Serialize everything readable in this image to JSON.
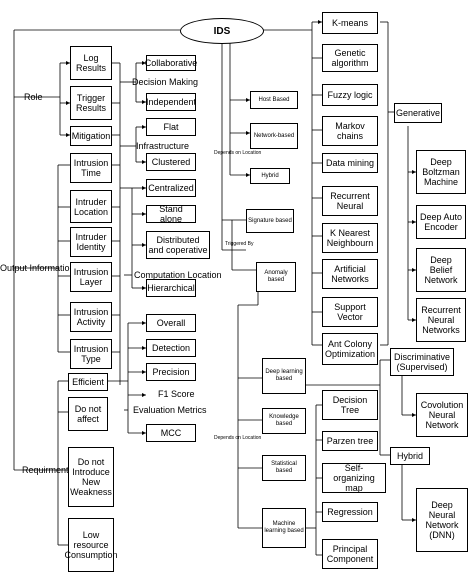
{
  "root": "IDS",
  "left": {
    "role": "Role",
    "output_information": "Output Information",
    "requirements": "Requirments",
    "role_items": [
      "Log Results",
      "Trigger Results",
      "Mitigation"
    ],
    "output_items": [
      "Intrusion Time",
      "Intruder Location",
      "Intruder Identity",
      "Intrusion Layer",
      "Intrusion Activity",
      "Intrusion Type"
    ],
    "requirement_items": [
      "Efficient",
      "Do not affect",
      "Do not Introduce New Weakness",
      "Low resource Consumption"
    ]
  },
  "middle": {
    "decision_making": "Decision Making",
    "decision_items": [
      "Collaborative",
      "Independent"
    ],
    "infrastructure": "Infrastructure",
    "infrastructure_items": [
      "Flat",
      "Clustered"
    ],
    "computation_location": "Computation Location",
    "computation_items": [
      "Centralized",
      "Stand alone",
      "Distributed and coperative",
      "Hierarchical"
    ],
    "evaluation_metrics": "Evaluation Metrics",
    "metrics_items": [
      "Overall",
      "Detection",
      "Precision",
      "F1 Score",
      "MCC"
    ]
  },
  "center": {
    "depends_on_location_1": "Depends on Location",
    "location_items": [
      "Host Based",
      "Network-based",
      "Hybrid"
    ],
    "triggered_by": "Triggered By",
    "triggered_items": [
      "Signature based",
      "Anomaly based"
    ],
    "depends_on_location_2": "Depends on Location",
    "anomaly_items": [
      "Deep learning based",
      "Knowledge based",
      "Statistical based",
      "Machine learning based"
    ]
  },
  "right": {
    "ml_items": [
      "K-means",
      "Genetic algorithm",
      "Fuzzy logic",
      "Markov chains",
      "Data mining",
      "Recurrent Neural",
      "K Nearest Neighbourn",
      "Artificial Networks",
      "Support Vector",
      "Ant Colony Optimization"
    ],
    "generative": "Generative",
    "generative_items": [
      "Deep Boltzman Machine",
      "Deep Auto Encoder",
      "Deep Belief Network",
      "Recurrent Neural Networks"
    ],
    "discriminative": "Discriminative (Supervised)",
    "discriminative_items": [
      "Covolution Neural Network"
    ],
    "hybrid": "Hybrid",
    "hybrid_items": [
      "Deep Neural Network (DNN)"
    ],
    "lower_items": [
      "Decision Tree",
      "Parzen tree",
      "Self-organizing map",
      "Regression",
      "Principal Component"
    ]
  }
}
